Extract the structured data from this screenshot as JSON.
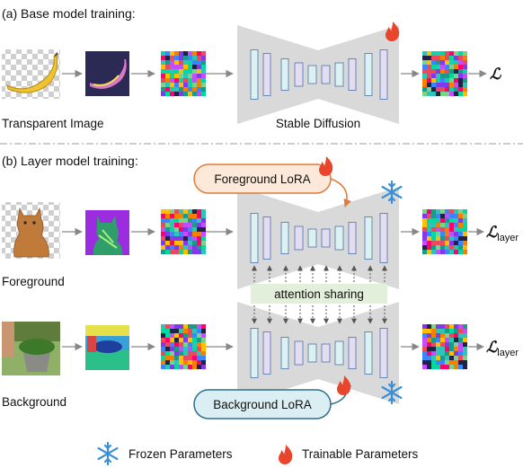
{
  "section_a": {
    "title": "(a) Base model training:",
    "image_label": "Transparent Image",
    "model_label": "Stable Diffusion",
    "loss": "ℒ"
  },
  "section_b": {
    "title": "(b) Layer model training:",
    "foreground_label": "Foreground",
    "background_label": "Background",
    "foreground_lora": "Foreground LoRA",
    "background_lora": "Background LoRA",
    "attention_label": "attention sharing",
    "loss": "ℒ",
    "loss_subscript": "layer"
  },
  "legend": {
    "frozen": "Frozen Parameters",
    "trainable": "Trainable Parameters"
  },
  "colors": {
    "unet_bg": "#d9d9d9",
    "block_cyan": "#dcf2f2",
    "block_purple": "#e4dcf0",
    "block_border": "#5a7fb0",
    "fg_lora_fill": "#fde9d9",
    "fg_lora_border": "#e07b39",
    "bg_lora_fill": "#daeef3",
    "bg_lora_border": "#2e6f8e",
    "attention_fill": "#e2efda",
    "flame": "#e8452c",
    "snowflake": "#3b8fd6"
  }
}
